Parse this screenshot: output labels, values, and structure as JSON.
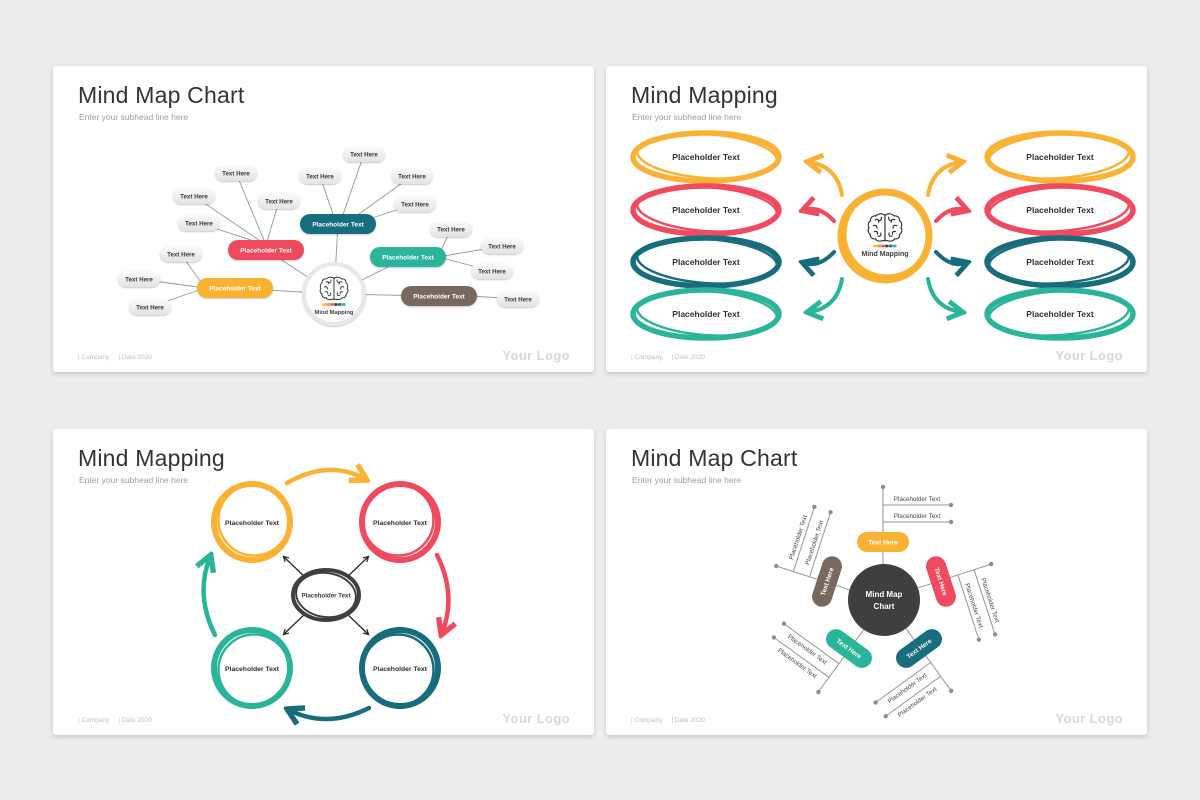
{
  "palette": {
    "yellow": "#F9B233",
    "orange": "#F18A2D",
    "red": "#EF4A60",
    "teal": "#186D7D",
    "green": "#2AB59A",
    "brown": "#79685D",
    "dark": "#3F3F41",
    "ink": "#2A2A2A",
    "line": "#969696"
  },
  "footer": {
    "company": "| Company",
    "date": "| Date 2020",
    "logo": "Your Logo"
  },
  "slide1": {
    "title": "Mind Map Chart",
    "subtitle": "Enter your subhead line here",
    "center_label": "Mind Mapping",
    "node_label": "Placeholder Text",
    "leaf_label": "Text Here"
  },
  "slide2": {
    "title": "Mind Mapping",
    "subtitle": "Enter your subhead line here",
    "center_label": "Mind Mapping",
    "item_label": "Placeholder Text"
  },
  "slide3": {
    "title": "Mind Mapping",
    "subtitle": "Enter your subhead line here",
    "center_label": "Placeholder Text",
    "item_label": "Placeholder Text"
  },
  "slide4": {
    "title": "Mind Map Chart",
    "subtitle": "Enter your subhead line here",
    "center_line1": "Mind Map",
    "center_line2": "Chart",
    "pill_label": "Text Here",
    "branch_label": "Placeholder Text"
  }
}
